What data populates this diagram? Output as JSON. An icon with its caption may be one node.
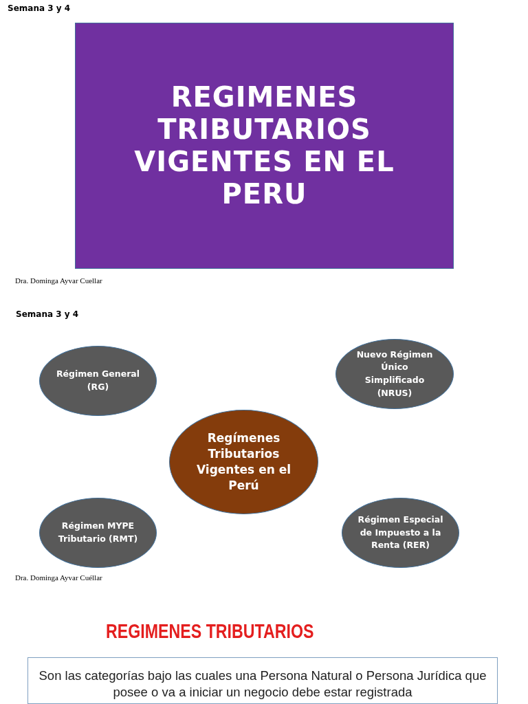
{
  "diagram": {
    "nodes": [
      {
        "text": [
          "REGIMENES TRIBUTARIOS VIGENTES EN EL PERU"
        ]
      },
      {
        "text": [
          "Régimen General (RG)"
        ]
      },
      {
        "text": [
          "Nuevo Régimen Único Simplificado (NRUS)"
        ]
      },
      {
        "text": [
          "Regímenes Tributarios Vigentes en el Perú"
        ]
      },
      {
        "text": [
          "Régimen MYPE Tributario (RMT)"
        ]
      },
      {
        "text": [
          "Régimen Especial de Impuesto a la Renta (RER)"
        ]
      },
      {
        "text": [
          "Son las categorías bajo las cuales una Persona Natural o Persona Jurídica que posee o va a iniciar un negocio debe estar registrada"
        ]
      }
    ],
    "edges": [],
    "labels": [
      "Semana 3 y 4",
      "Dra. Dominga Ayvar Cuellar",
      "Semana 3 y 4",
      "Dra. Dominga Ayvar Cuéllar",
      "REGIMENES TRIBUTARIOS"
    ]
  }
}
